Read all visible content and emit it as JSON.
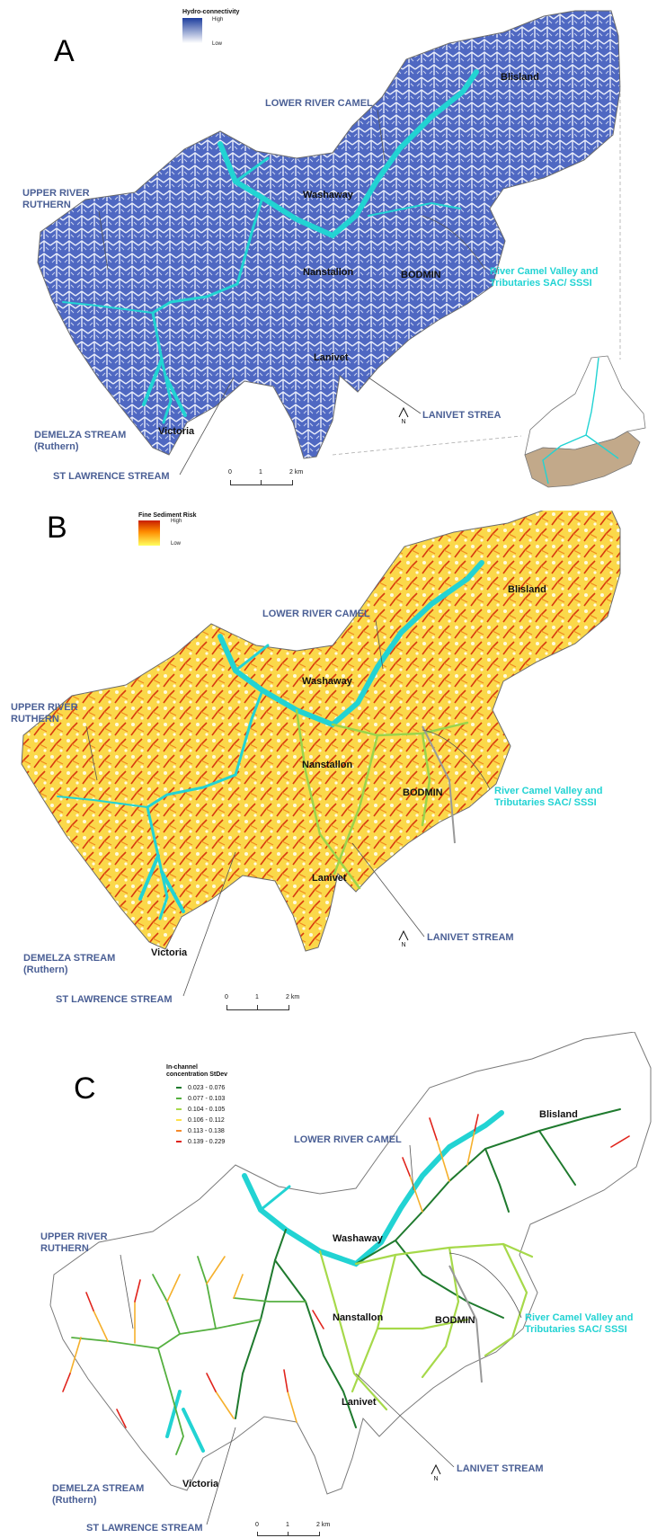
{
  "panels": [
    {
      "letter": "A",
      "legend_title": "Hydro-connectivity",
      "legend_high": "High",
      "legend_low": "Low",
      "legend_colors": [
        "#1e3e9e",
        "#ffffff"
      ],
      "fill_color": "#5a72c6",
      "labels": {
        "lower_river_camel": "LOWER RIVER CAMEL",
        "upper_river_ruthern_1": "UPPER RIVER",
        "upper_river_ruthern_2": "RUTHERN",
        "demelza_1": "DEMELZA STREAM",
        "demelza_2": "(Ruthern)",
        "st_lawrence": "ST LAWRENCE STREAM",
        "lanivet_stream": "LANIVET STREA",
        "sac_1": "River Camel Valley and",
        "sac_2": "Tributaries SAC/ SSSI"
      },
      "towns": {
        "blisland": "Blisland",
        "washaway": "Washaway",
        "nanstallon": "Nanstallon",
        "bodmin": "BODMIN",
        "lanivet": "Lanivet",
        "victoria": "Victoria"
      },
      "scale": {
        "t0": "0",
        "t1": "1",
        "t2": "2 km"
      },
      "north": "N"
    },
    {
      "letter": "B",
      "legend_title": "Fine Sediment Risk",
      "legend_high": "High",
      "legend_low": "Low",
      "legend_colors": [
        "#c81e00",
        "#ff8c00",
        "#ffff60"
      ],
      "fill_color": "#fcd23c",
      "labels": {
        "lower_river_camel": "LOWER RIVER CAMEL",
        "upper_river_ruthern_1": "UPPER RIVER",
        "upper_river_ruthern_2": "RUTHERN",
        "demelza_1": "DEMELZA STREAM",
        "demelza_2": "(Ruthern)",
        "st_lawrence": "ST LAWRENCE STREAM",
        "lanivet_stream": "LANIVET STREAM",
        "sac_1": "River Camel Valley and",
        "sac_2": "Tributaries SAC/ SSSI"
      },
      "towns": {
        "blisland": "Blisland",
        "washaway": "Washaway",
        "nanstallon": "Nanstallon",
        "bodmin": "BODMIN",
        "lanivet": "Lanivet",
        "victoria": "Victoria"
      },
      "scale": {
        "t0": "0",
        "t1": "1",
        "t2": "2 km"
      },
      "north": "N"
    },
    {
      "letter": "C",
      "legend_title_1": "In-channel",
      "legend_title_2": "concentration StDev",
      "legend_rows": [
        {
          "range": "0.023 - 0.076",
          "color": "#1f7a2e"
        },
        {
          "range": "0.077 - 0.103",
          "color": "#55b040"
        },
        {
          "range": "0.104 - 0.105",
          "color": "#a6d94a"
        },
        {
          "range": "0.106 - 0.112",
          "color": "#ffe14a"
        },
        {
          "range": "0.113 - 0.138",
          "color": "#f58a2c"
        },
        {
          "range": "0.139 - 0.229",
          "color": "#e0241c"
        }
      ],
      "labels": {
        "lower_river_camel": "LOWER RIVER CAMEL",
        "upper_river_ruthern_1": "UPPER RIVER",
        "upper_river_ruthern_2": "RUTHERN",
        "demelza_1": "DEMELZA STREAM",
        "demelza_2": "(Ruthern)",
        "st_lawrence": "ST LAWRENCE STREAM",
        "lanivet_stream": "LANIVET STREAM",
        "sac_1": "River Camel Valley and",
        "sac_2": "Tributaries SAC/ SSSI"
      },
      "towns": {
        "blisland": "Blisland",
        "washaway": "Washaway",
        "nanstallon": "Nanstallon",
        "bodmin": "BODMIN",
        "lanivet": "Lanivet",
        "victoria": "Victoria"
      },
      "scale": {
        "t0": "0",
        "t1": "1",
        "t2": "2 km"
      },
      "north": "N"
    }
  ],
  "colors": {
    "sac_cyan": "#22d3d3",
    "label_blue": "#4a5f95",
    "inset_catchment": "#c2a98a"
  }
}
